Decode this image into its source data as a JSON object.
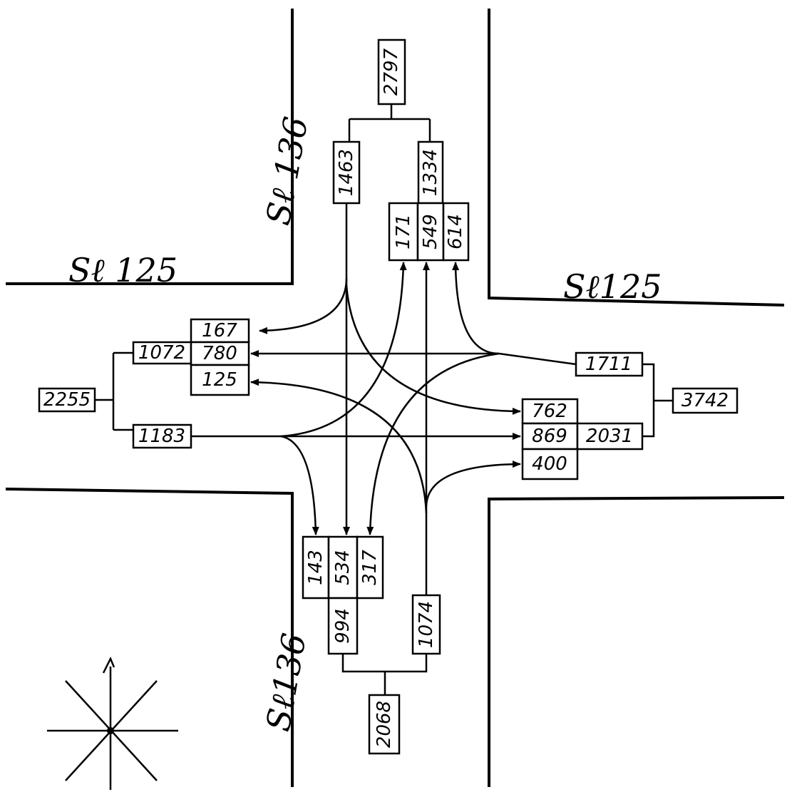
{
  "roads": {
    "north": "Sℓ 136",
    "south": "Sℓ136",
    "west": "Sℓ 125",
    "east": "Sℓ125"
  },
  "north": {
    "total": "2797",
    "in": "1463",
    "out": "1334",
    "left": "171",
    "through": "549",
    "right": "614"
  },
  "south": {
    "total": "2068",
    "in": "1074",
    "out": "994",
    "left": "143",
    "through": "534",
    "right": "317"
  },
  "west": {
    "total": "2255",
    "in": "1183",
    "out": "1072",
    "top": "167",
    "mid": "780",
    "bottom": "125"
  },
  "east": {
    "total": "3742",
    "in": "1711",
    "out": "2031",
    "top": "762",
    "mid": "869",
    "bottom": "400"
  }
}
